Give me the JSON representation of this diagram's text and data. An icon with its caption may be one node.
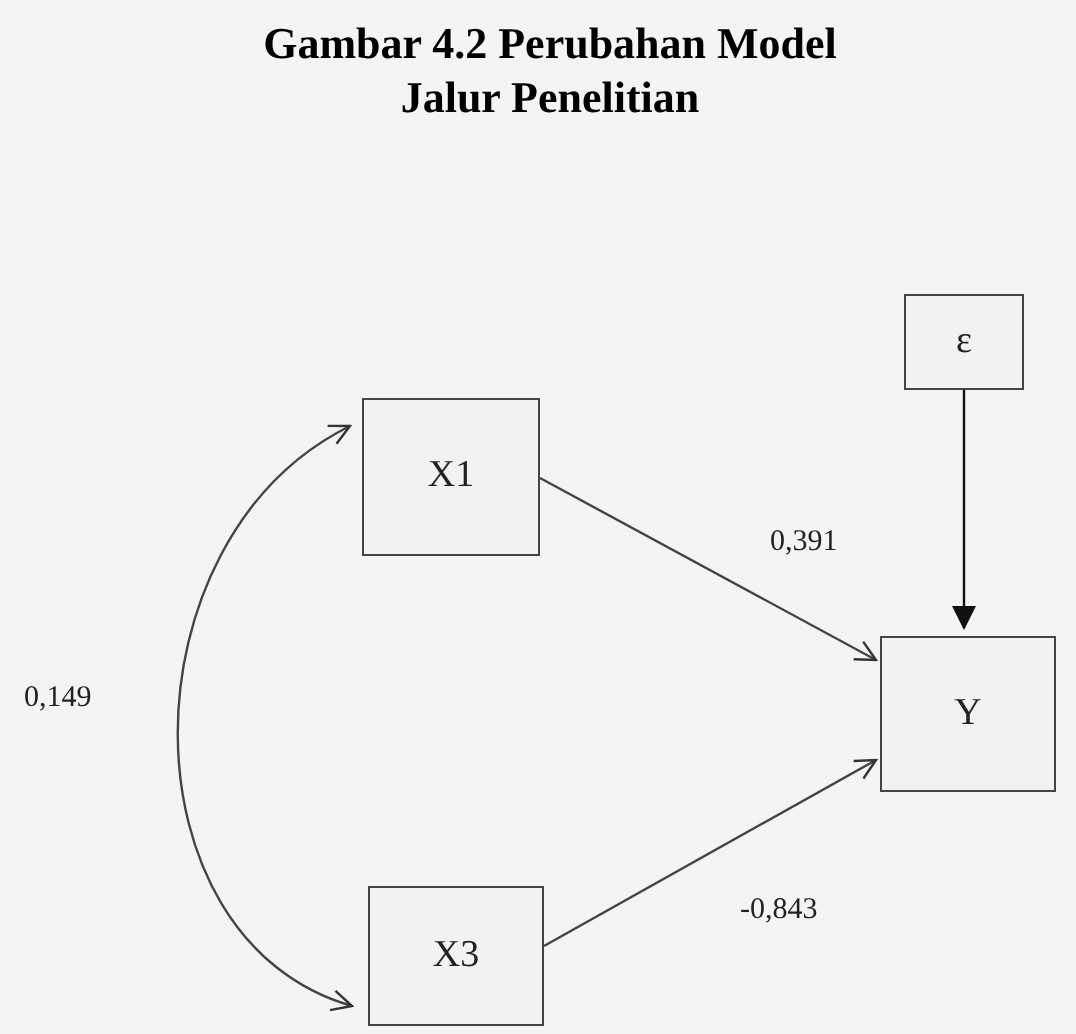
{
  "diagram": {
    "title": "Gambar 4.2 Perubahan Model Jalur Penelitian",
    "nodes": [
      {
        "text": [
          "ε"
        ]
      },
      {
        "text": [
          "X1"
        ]
      },
      {
        "text": [
          "Y"
        ]
      },
      {
        "text": [
          "X3"
        ]
      }
    ],
    "edges": [
      {
        "from": 0,
        "to": 2,
        "arrow": "to"
      },
      {
        "from": 1,
        "to": 2,
        "arrow": "to",
        "label": "0,391"
      },
      {
        "from": 3,
        "to": 2,
        "arrow": "to",
        "label": "-0,843"
      },
      {
        "from": 1,
        "to": 3,
        "arrow": "both",
        "label": "0,149"
      }
    ]
  }
}
